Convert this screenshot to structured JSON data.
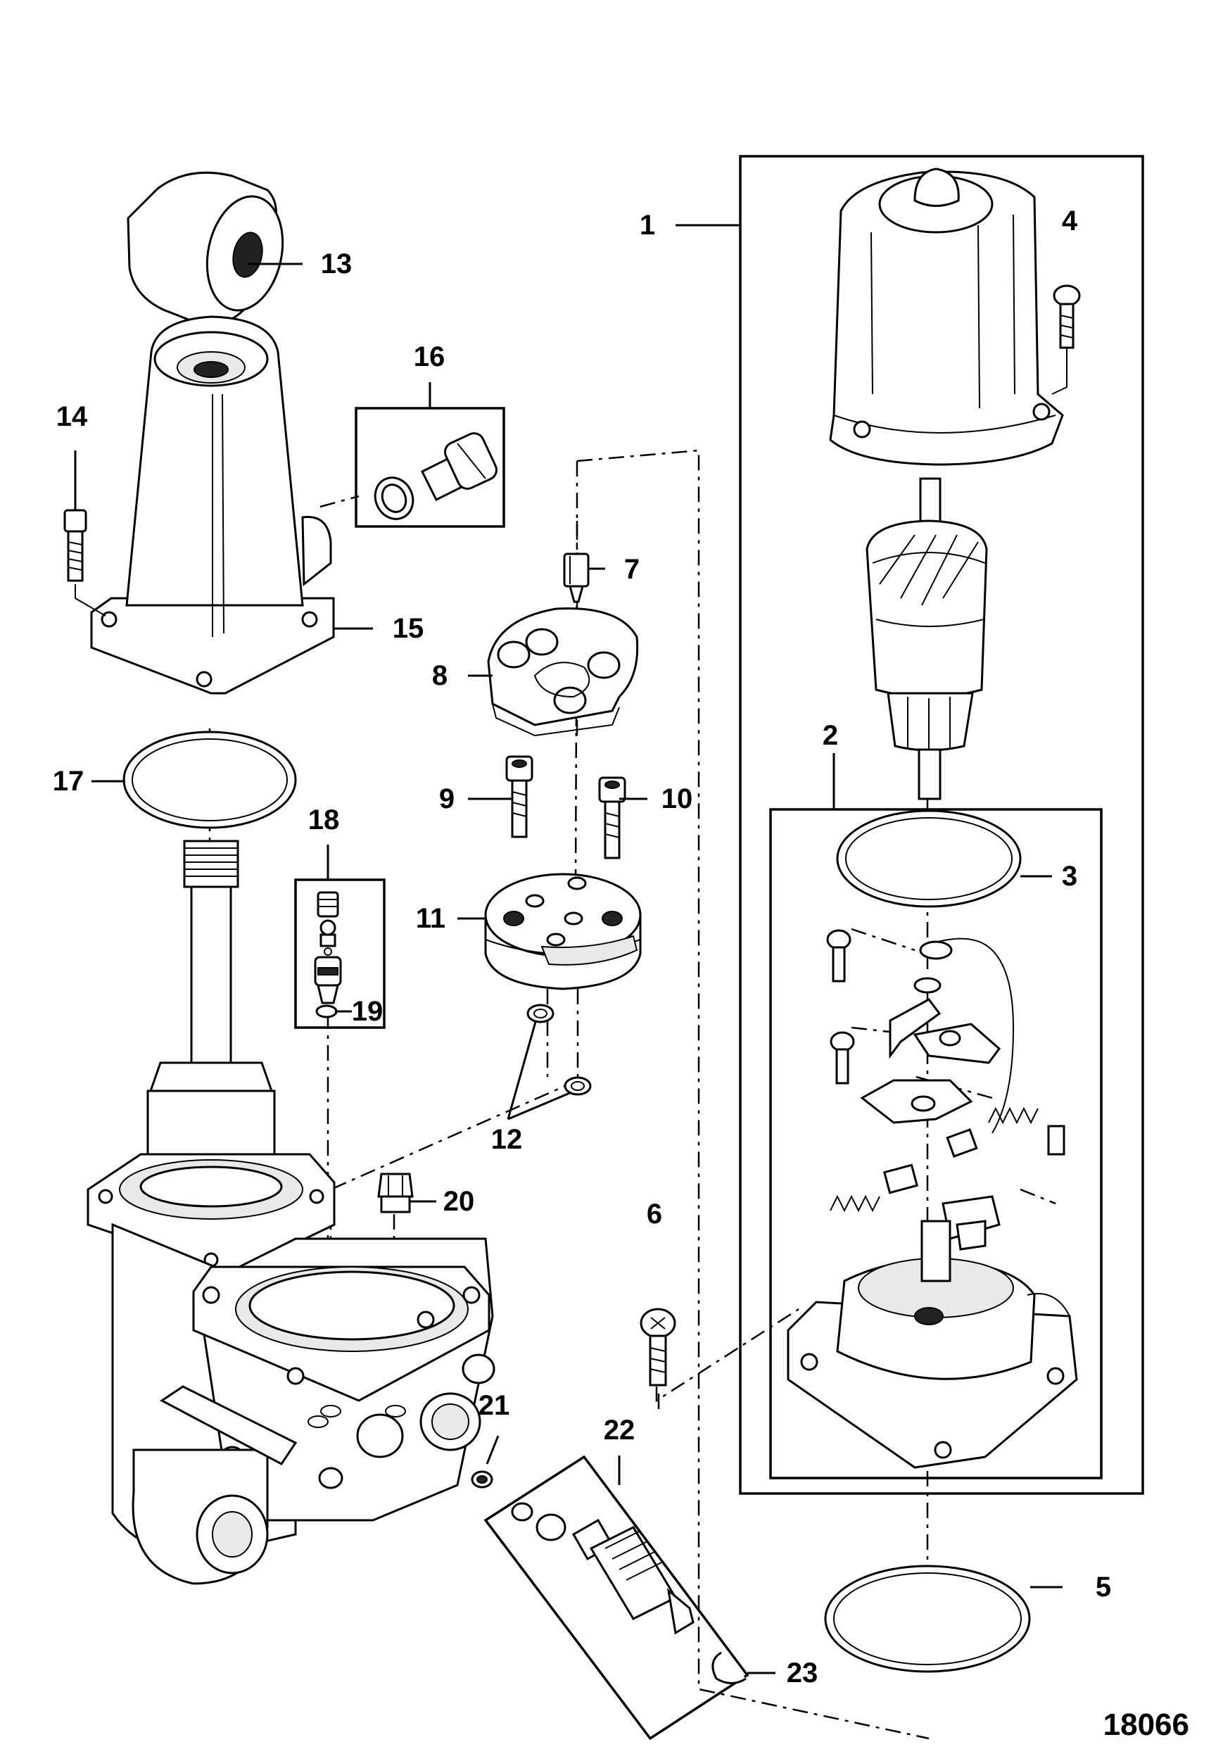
{
  "diagram": {
    "reference_number": "18066",
    "callouts": [
      "1",
      "2",
      "3",
      "4",
      "5",
      "6",
      "7",
      "8",
      "9",
      "10",
      "11",
      "12",
      "13",
      "14",
      "15",
      "16",
      "17",
      "18",
      "19",
      "20",
      "21",
      "22",
      "23"
    ]
  }
}
